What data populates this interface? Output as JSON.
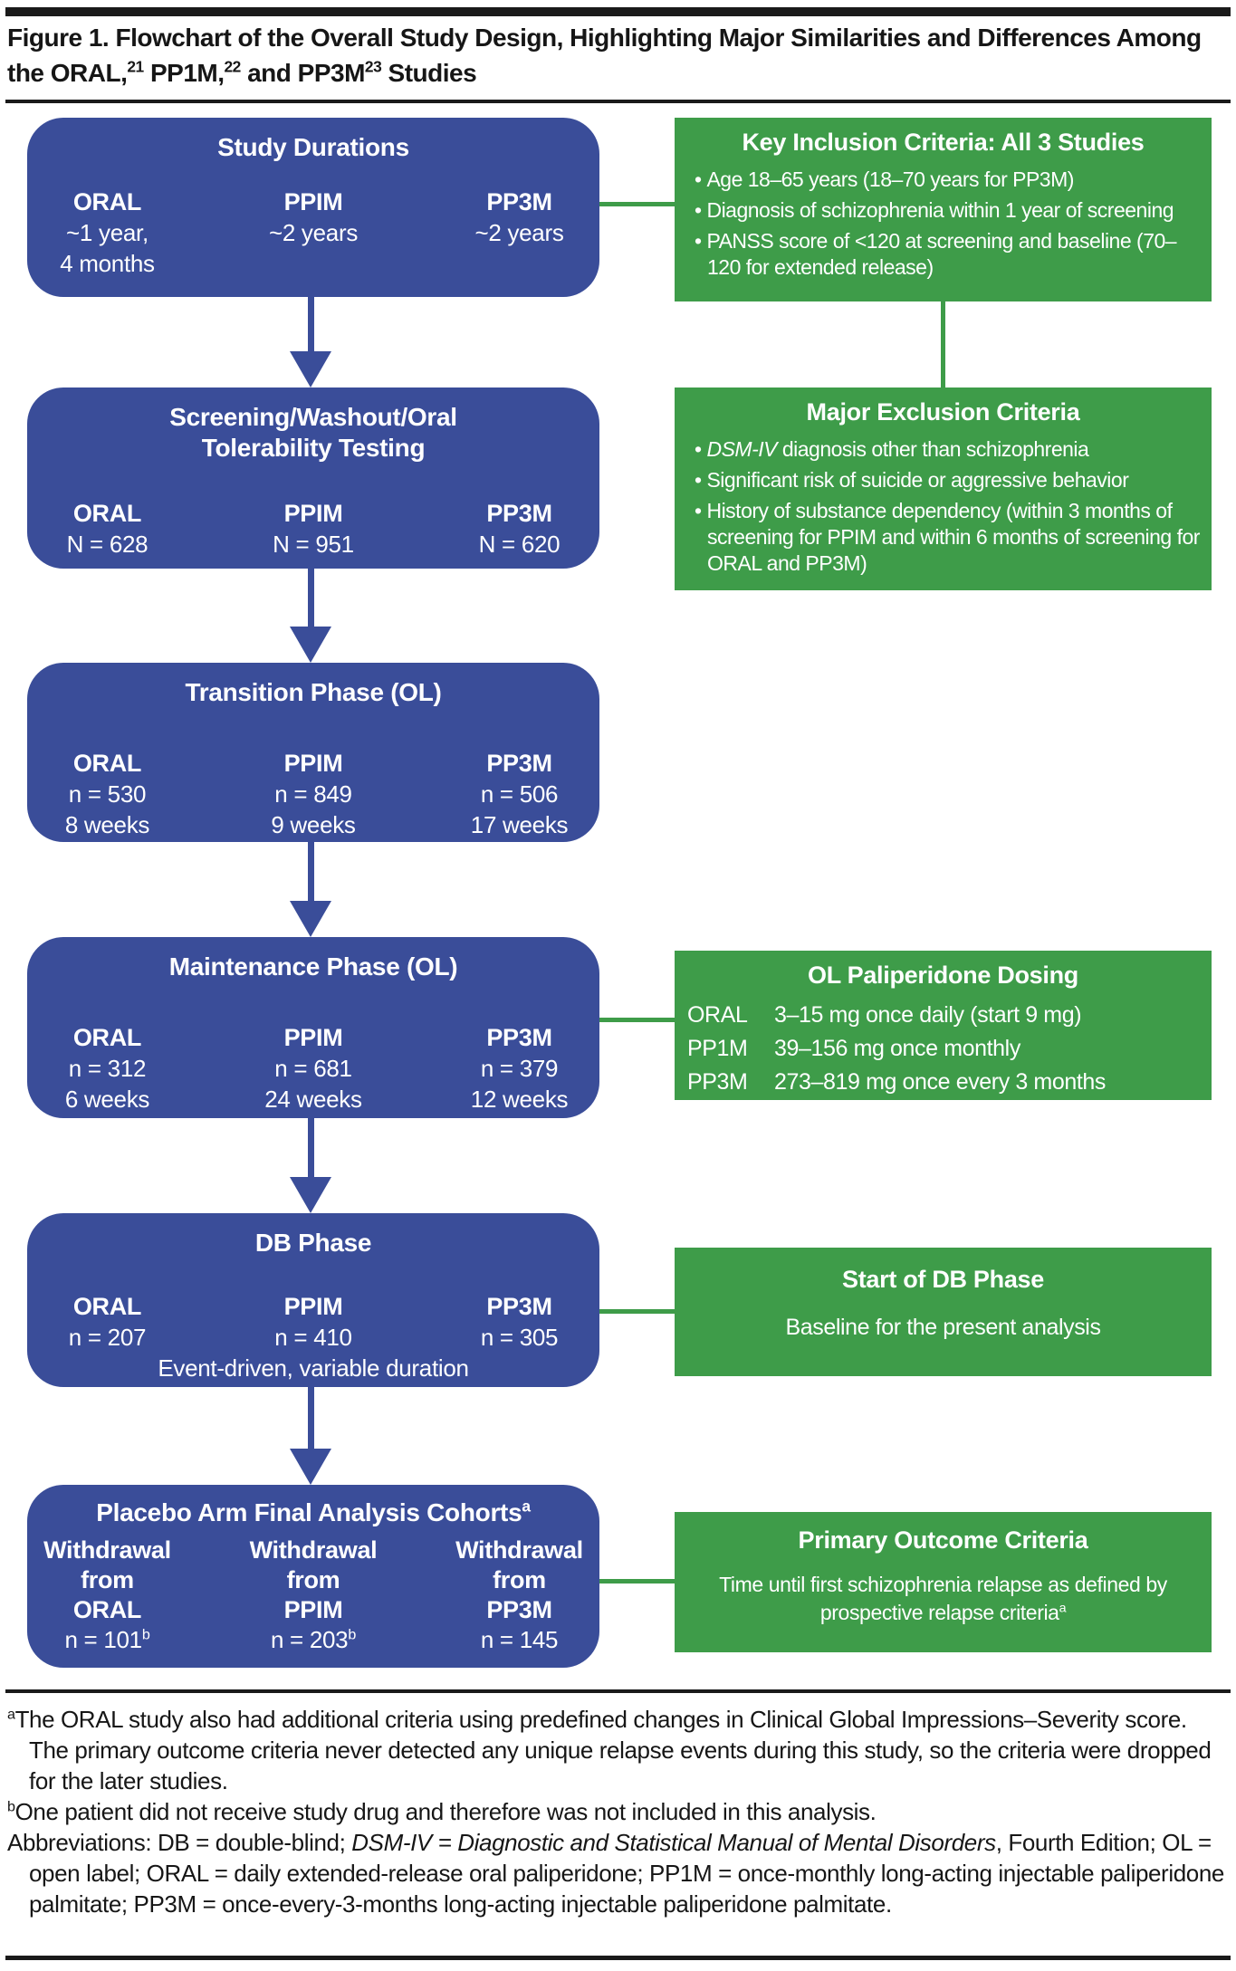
{
  "colors": {
    "box_blue": "#3a4d99",
    "box_green": "#3e9c49",
    "rule_black": "#1a1a1a",
    "text_white": "#ffffff"
  },
  "title": {
    "part1": "Figure 1. Flowchart of the Overall Study Design, Highlighting Major Similarities and Differences Among the ORAL,",
    "sup1": "21",
    "part2": " PP1M,",
    "sup2": "22",
    "part3": " and PP3M",
    "sup3": "23",
    "part4": " Studies"
  },
  "flow": {
    "study_durations": {
      "heading": "Study Durations",
      "cols": [
        {
          "label": "ORAL",
          "line1": "~1 year,",
          "line2": "4 months"
        },
        {
          "label": "PPIM",
          "line1": "~2 years"
        },
        {
          "label": "PP3M",
          "line1": "~2 years"
        }
      ]
    },
    "screening": {
      "heading1": "Screening/Washout/Oral",
      "heading2": "Tolerability Testing",
      "cols": [
        {
          "label": "ORAL",
          "line1": "N = 628"
        },
        {
          "label": "PPIM",
          "line1": "N = 951"
        },
        {
          "label": "PP3M",
          "line1": "N = 620"
        }
      ]
    },
    "transition": {
      "heading": "Transition Phase (OL)",
      "cols": [
        {
          "label": "ORAL",
          "line1": "n = 530",
          "line2": "8 weeks"
        },
        {
          "label": "PPIM",
          "line1": "n = 849",
          "line2": "9 weeks"
        },
        {
          "label": "PP3M",
          "line1": "n = 506",
          "line2": "17 weeks"
        }
      ]
    },
    "maintenance": {
      "heading": "Maintenance Phase (OL)",
      "cols": [
        {
          "label": "ORAL",
          "line1": "n = 312",
          "line2": "6 weeks"
        },
        {
          "label": "PPIM",
          "line1": "n = 681",
          "line2": "24 weeks"
        },
        {
          "label": "PP3M",
          "line1": "n = 379",
          "line2": "12 weeks"
        }
      ]
    },
    "db_phase": {
      "heading": "DB Phase",
      "cols": [
        {
          "label": "ORAL",
          "line1": "n = 207"
        },
        {
          "label": "PPIM",
          "line1": "n = 410"
        },
        {
          "label": "PP3M",
          "line1": "n = 305"
        }
      ],
      "footer": "Event-driven, variable duration"
    },
    "placebo": {
      "heading": "Placebo Arm Final Analysis Cohorts",
      "heading_sup": "a",
      "cols": [
        {
          "l1": "Withdrawal",
          "l2": "from",
          "l3": "ORAL",
          "value": "n = 101",
          "value_sup": "b"
        },
        {
          "l1": "Withdrawal",
          "l2": "from",
          "l3": "PPIM",
          "value": "n = 203",
          "value_sup": "b"
        },
        {
          "l1": "Withdrawal",
          "l2": "from",
          "l3": "PP3M",
          "value": "n = 145"
        }
      ]
    }
  },
  "side": {
    "inclusion": {
      "heading": "Key Inclusion Criteria: All 3 Studies",
      "bullet1": "Age 18–65 years (18–70 years for PP3M)",
      "bullet2": "Diagnosis of schizophrenia within 1 year of screening",
      "bullet3": "PANSS score of <120 at screening and baseline (70–120 for extended release)"
    },
    "exclusion": {
      "heading": "Major Exclusion Criteria",
      "bullet1_italic": "DSM-IV",
      "bullet1_rest": " diagnosis other than schizophrenia",
      "bullet2": "Significant risk of suicide or aggressive behavior",
      "bullet3": "History of substance dependency (within 3 months of screening for PPIM and within 6 months of screening for ORAL and PP3M)"
    },
    "dosing": {
      "heading": "OL Paliperidone Dosing",
      "rows": [
        {
          "label": "ORAL",
          "value": "3–15 mg once daily (start 9 mg)"
        },
        {
          "label": "PP1M",
          "value": "39–156 mg once monthly"
        },
        {
          "label": "PP3M",
          "value": "273–819 mg once every 3 months"
        }
      ]
    },
    "db_start": {
      "heading": "Start of DB Phase",
      "body": "Baseline for the present analysis"
    },
    "outcome": {
      "heading": "Primary Outcome Criteria",
      "body": "Time until first schizophrenia relapse as defined by prospective relapse criteria",
      "body_sup": "a"
    }
  },
  "footnotes": {
    "a_marker": "a",
    "a_text": "The ORAL study also had additional criteria using predefined changes in Clinical Global Impressions–Severity score. The primary outcome criteria never detected any unique relapse events during this study, so the criteria were dropped for the later studies.",
    "b_marker": "b",
    "b_text": "One patient did not receive study drug and therefore was not included in this analysis.",
    "abbr_part1": "Abbreviations: DB = double-blind; ",
    "abbr_italic": "DSM-IV = Diagnostic and Statistical Manual of Mental Disorders",
    "abbr_part2": ", Fourth Edition; OL = open label; ORAL = daily extended-release oral paliperidone; PP1M = once-monthly long-acting injectable paliperidone palmitate; PP3M = once-every-3-months long-acting injectable paliperidone palmitate."
  }
}
